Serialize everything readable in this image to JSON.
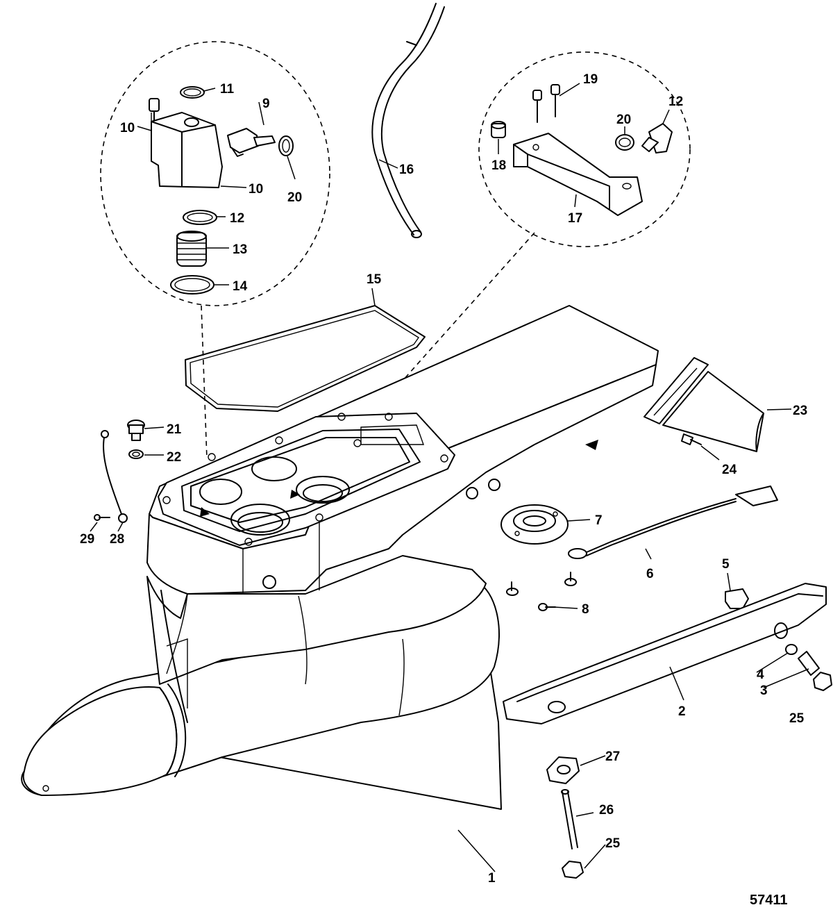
{
  "diagram": {
    "figure_id": "57411",
    "callouts": [
      "1",
      "2",
      "3",
      "4",
      "5",
      "6",
      "7",
      "8",
      "9",
      "10",
      "10",
      "11",
      "12",
      "12",
      "13",
      "14",
      "15",
      "16",
      "17",
      "18",
      "19",
      "20",
      "20",
      "21",
      "22",
      "23",
      "24",
      "25",
      "25",
      "26",
      "27",
      "28",
      "29"
    ]
  }
}
